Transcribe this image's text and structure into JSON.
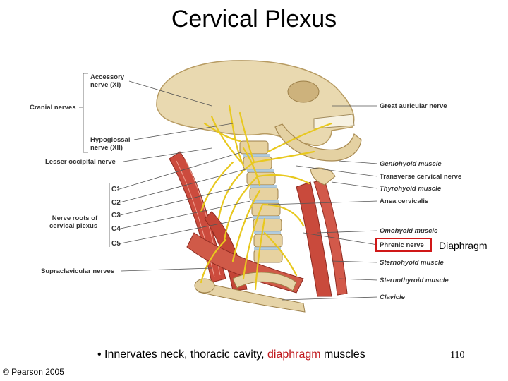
{
  "title": "Cervical Plexus",
  "labels_left": {
    "accessory": "Accessory\nnerve (XI)",
    "cranial": "Cranial nerves",
    "hypoglossal": "Hypoglossal\nnerve (XII)",
    "lesser_occipital": "Lesser occipital nerve",
    "nerve_roots": "Nerve roots of\ncervical plexus",
    "supraclavicular": "Supraclavicular nerves"
  },
  "c_roots": [
    "C1",
    "C2",
    "C3",
    "C4",
    "C5"
  ],
  "labels_right": {
    "great_auricular": "Great auricular nerve",
    "geniohyoid": "Geniohyoid muscle",
    "transverse_cervical": "Transverse cervical nerve",
    "thyrohyoid": "Thyrohyoid muscle",
    "ansa_cervicalis": "Ansa cervicalis",
    "omohyoid": "Omohyoid muscle",
    "phrenic": "Phrenic nerve",
    "sternohyoid": "Sternohyoid muscle",
    "sternothyroid": "Sternothyroid muscle",
    "clavicle": "Clavicle"
  },
  "callout": "Diaphragm",
  "bullet": {
    "prefix": "• Innervates neck, thoracic cavity, ",
    "highlight": "diaphragm",
    "suffix": " muscles"
  },
  "page_number": "110",
  "copyright": "© Pearson 2005",
  "colors": {
    "highlight": "#c0161b",
    "nerve": "#e8c81e",
    "muscle": "#c8473a",
    "bone": "#e6d4a8"
  }
}
